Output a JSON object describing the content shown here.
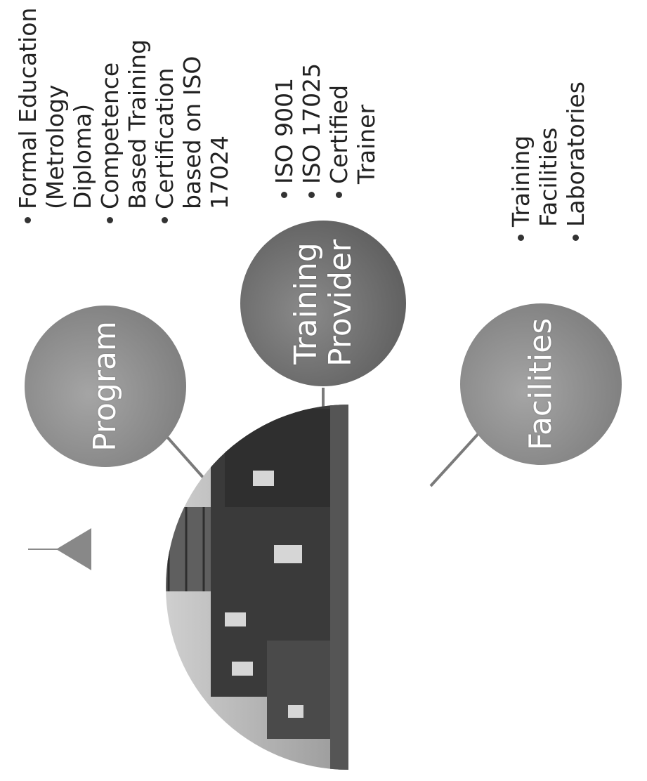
{
  "nodes": [
    {
      "label": "Program",
      "bullets": [
        "Formal Education (Metrology Diploma)",
        "Competence Based Training",
        "Certification based on ISO 17024"
      ]
    },
    {
      "label": "Training Provider",
      "bullets": [
        "ISO 9001",
        "ISO 17025",
        "Certified Trainer"
      ]
    },
    {
      "label": "Facilities",
      "bullets": [
        "Training Facilities",
        "Laboratories"
      ]
    }
  ],
  "colors": {
    "circle_fill": "#8c8c8c",
    "circle_fill_dark": "#6f6f6f",
    "connector": "#7a7a7a",
    "bullet_text": "#222222"
  },
  "icons": {
    "building_image": "building-photo-icon"
  }
}
